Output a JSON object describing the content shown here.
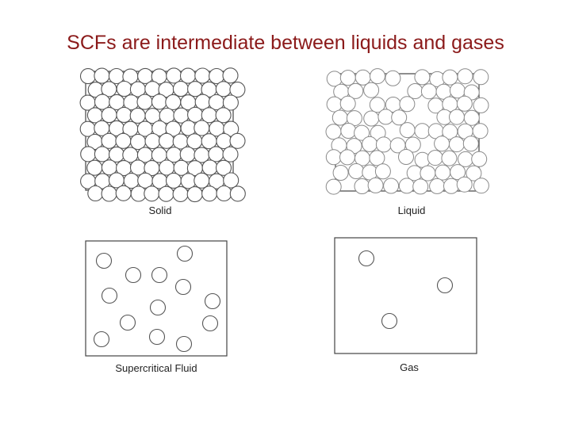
{
  "slide": {
    "title": "SCFs are intermediate between liquids and gases",
    "title_color": "#8b1a1a"
  },
  "panels": [
    {
      "key": "solid",
      "label": "Solid"
    },
    {
      "key": "liquid",
      "label": "Liquid"
    },
    {
      "key": "scf",
      "label": "Supercritical Fluid"
    },
    {
      "key": "gas",
      "label": "Gas"
    }
  ]
}
